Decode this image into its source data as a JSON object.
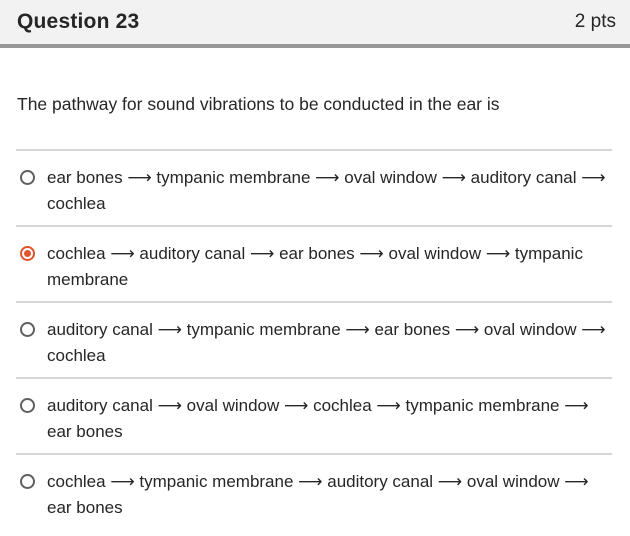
{
  "header": {
    "title": "Question 23",
    "points": "2 pts"
  },
  "question": {
    "text": "The pathway for sound vibrations to be conducted in the ear is"
  },
  "options": [
    {
      "label": "ear bones ⟶ tympanic membrane ⟶ oval window ⟶ auditory canal ⟶ cochlea",
      "selected": false
    },
    {
      "label": "cochlea ⟶ auditory canal ⟶ ear bones ⟶ oval window ⟶ tympanic membrane",
      "selected": true
    },
    {
      "label": "auditory canal ⟶ tympanic membrane ⟶ ear bones ⟶ oval window ⟶ cochlea",
      "selected": false
    },
    {
      "label": "auditory canal ⟶ oval window ⟶ cochlea ⟶ tympanic membrane ⟶ ear bones",
      "selected": false
    },
    {
      "label": "cochlea ⟶ tympanic membrane ⟶ auditory canal ⟶ oval window ⟶ ear bones",
      "selected": false
    }
  ],
  "colors": {
    "accent": "#e0552d",
    "header_bg": "#f2f2f2",
    "header_border": "#979797",
    "divider": "#d5d5d5",
    "text": "#262626",
    "radio_border": "#5f5f5f"
  }
}
